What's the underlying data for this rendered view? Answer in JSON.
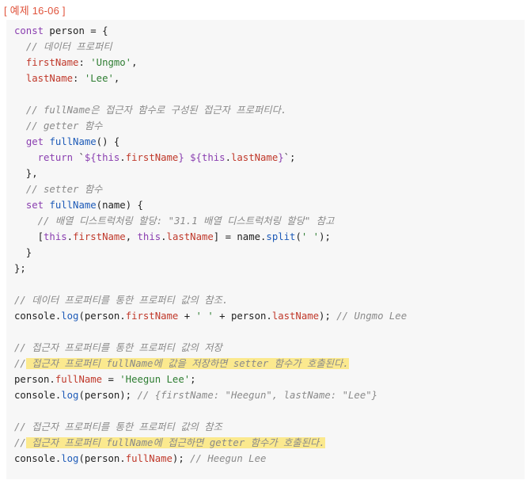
{
  "example_title": "[ 예제 16-06 ]",
  "code_lines": [
    [
      {
        "t": "const",
        "c": "kw"
      },
      {
        "t": " person = {",
        "c": ""
      }
    ],
    [
      {
        "t": "  ",
        "c": ""
      },
      {
        "t": "// 데이터 프로퍼티",
        "c": "cm"
      }
    ],
    [
      {
        "t": "  ",
        "c": ""
      },
      {
        "t": "firstName",
        "c": "prop"
      },
      {
        "t": ": ",
        "c": ""
      },
      {
        "t": "'Ungmo'",
        "c": "str"
      },
      {
        "t": ",",
        "c": ""
      }
    ],
    [
      {
        "t": "  ",
        "c": ""
      },
      {
        "t": "lastName",
        "c": "prop"
      },
      {
        "t": ": ",
        "c": ""
      },
      {
        "t": "'Lee'",
        "c": "str"
      },
      {
        "t": ",",
        "c": ""
      }
    ],
    [],
    [
      {
        "t": "  ",
        "c": ""
      },
      {
        "t": "// fullName은 접근자 함수로 구성된 접근자 프로퍼티다.",
        "c": "cm"
      }
    ],
    [
      {
        "t": "  ",
        "c": ""
      },
      {
        "t": "// getter 함수",
        "c": "cm"
      }
    ],
    [
      {
        "t": "  ",
        "c": ""
      },
      {
        "t": "get",
        "c": "kw"
      },
      {
        "t": " ",
        "c": ""
      },
      {
        "t": "fullName",
        "c": "fn"
      },
      {
        "t": "() {",
        "c": ""
      }
    ],
    [
      {
        "t": "    ",
        "c": ""
      },
      {
        "t": "return",
        "c": "kw"
      },
      {
        "t": " `",
        "c": ""
      },
      {
        "t": "${",
        "c": "kw"
      },
      {
        "t": "this",
        "c": "kw"
      },
      {
        "t": ".",
        "c": ""
      },
      {
        "t": "firstName",
        "c": "prop"
      },
      {
        "t": "}",
        "c": "kw"
      },
      {
        "t": " ",
        "c": ""
      },
      {
        "t": "${",
        "c": "kw"
      },
      {
        "t": "this",
        "c": "kw"
      },
      {
        "t": ".",
        "c": ""
      },
      {
        "t": "lastName",
        "c": "prop"
      },
      {
        "t": "}",
        "c": "kw"
      },
      {
        "t": "`;",
        "c": ""
      }
    ],
    [
      {
        "t": "  },",
        "c": ""
      }
    ],
    [
      {
        "t": "  ",
        "c": ""
      },
      {
        "t": "// setter 함수",
        "c": "cm"
      }
    ],
    [
      {
        "t": "  ",
        "c": ""
      },
      {
        "t": "set",
        "c": "kw"
      },
      {
        "t": " ",
        "c": ""
      },
      {
        "t": "fullName",
        "c": "fn"
      },
      {
        "t": "(name) {",
        "c": ""
      }
    ],
    [
      {
        "t": "    ",
        "c": ""
      },
      {
        "t": "// 배열 디스트럭처링 할당: \"31.1 배열 디스트럭처링 할당\" 참고",
        "c": "cm"
      }
    ],
    [
      {
        "t": "    [",
        "c": ""
      },
      {
        "t": "this",
        "c": "kw"
      },
      {
        "t": ".",
        "c": ""
      },
      {
        "t": "firstName",
        "c": "prop"
      },
      {
        "t": ", ",
        "c": ""
      },
      {
        "t": "this",
        "c": "kw"
      },
      {
        "t": ".",
        "c": ""
      },
      {
        "t": "lastName",
        "c": "prop"
      },
      {
        "t": "] = name.",
        "c": ""
      },
      {
        "t": "split",
        "c": "fn"
      },
      {
        "t": "(",
        "c": ""
      },
      {
        "t": "' '",
        "c": "str"
      },
      {
        "t": ");",
        "c": ""
      }
    ],
    [
      {
        "t": "  }",
        "c": ""
      }
    ],
    [
      {
        "t": "};",
        "c": ""
      }
    ],
    [],
    [
      {
        "t": "// 데이터 프로퍼티를 통한 프로퍼티 값의 참조.",
        "c": "cm"
      }
    ],
    [
      {
        "t": "console",
        "c": ""
      },
      {
        "t": ".",
        "c": ""
      },
      {
        "t": "log",
        "c": "fn"
      },
      {
        "t": "(person.",
        "c": ""
      },
      {
        "t": "firstName",
        "c": "prop"
      },
      {
        "t": " + ",
        "c": ""
      },
      {
        "t": "' '",
        "c": "str"
      },
      {
        "t": " + person.",
        "c": ""
      },
      {
        "t": "lastName",
        "c": "prop"
      },
      {
        "t": "); ",
        "c": ""
      },
      {
        "t": "// Ungmo Lee",
        "c": "cm"
      }
    ],
    [],
    [
      {
        "t": "// 접근자 프로퍼티를 통한 프로퍼티 값의 저장",
        "c": "cm"
      }
    ],
    [
      {
        "t": "//",
        "c": "cm"
      },
      {
        "t": " 접근자 프로퍼티 fullName에 값을 저장하면 setter 함수가 호출된다.",
        "c": "cm",
        "h": true
      }
    ],
    [
      {
        "t": "person.",
        "c": ""
      },
      {
        "t": "fullName",
        "c": "prop"
      },
      {
        "t": " = ",
        "c": ""
      },
      {
        "t": "'Heegun Lee'",
        "c": "str"
      },
      {
        "t": ";",
        "c": ""
      }
    ],
    [
      {
        "t": "console",
        "c": ""
      },
      {
        "t": ".",
        "c": ""
      },
      {
        "t": "log",
        "c": "fn"
      },
      {
        "t": "(person); ",
        "c": ""
      },
      {
        "t": "// {firstName: \"Heegun\", lastName: \"Lee\"}",
        "c": "cm"
      }
    ],
    [],
    [
      {
        "t": "// 접근자 프로퍼티를 통한 프로퍼티 값의 참조",
        "c": "cm"
      }
    ],
    [
      {
        "t": "//",
        "c": "cm"
      },
      {
        "t": " 접근자 프로퍼티 fullName에 접근하면 getter 함수가 호출된다.",
        "c": "cm",
        "h": true
      }
    ],
    [
      {
        "t": "console",
        "c": ""
      },
      {
        "t": ".",
        "c": ""
      },
      {
        "t": "log",
        "c": "fn"
      },
      {
        "t": "(person.",
        "c": ""
      },
      {
        "t": "fullName",
        "c": "prop"
      },
      {
        "t": "); ",
        "c": ""
      },
      {
        "t": "// Heegun Lee",
        "c": "cm"
      }
    ]
  ]
}
